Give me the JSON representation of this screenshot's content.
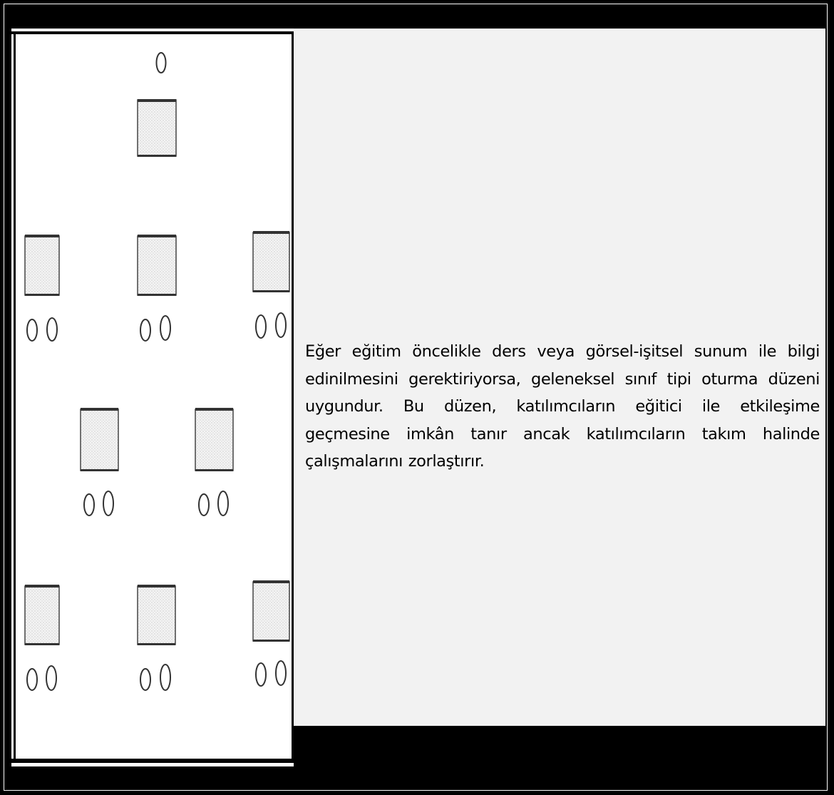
{
  "page": {
    "paragraph": "Eğer eğitim öncelikle ders veya görsel-işitsel sunum ile bilgi edinilmesini gerektiriyorsa, geleneksel sınıf tipi oturma düzeni uygundur. Bu düzen,  katılımcıların eğitici ile etkileşime geçmesine imkân tanır ancak katılımcıların takım halinde çalışmalarını zorlaştırır."
  },
  "diagram": {
    "instructor_seats": 1,
    "instructor_tables": 1,
    "participant_tables": 8,
    "seats_per_table": 2,
    "rows": [
      3,
      2,
      3
    ]
  }
}
